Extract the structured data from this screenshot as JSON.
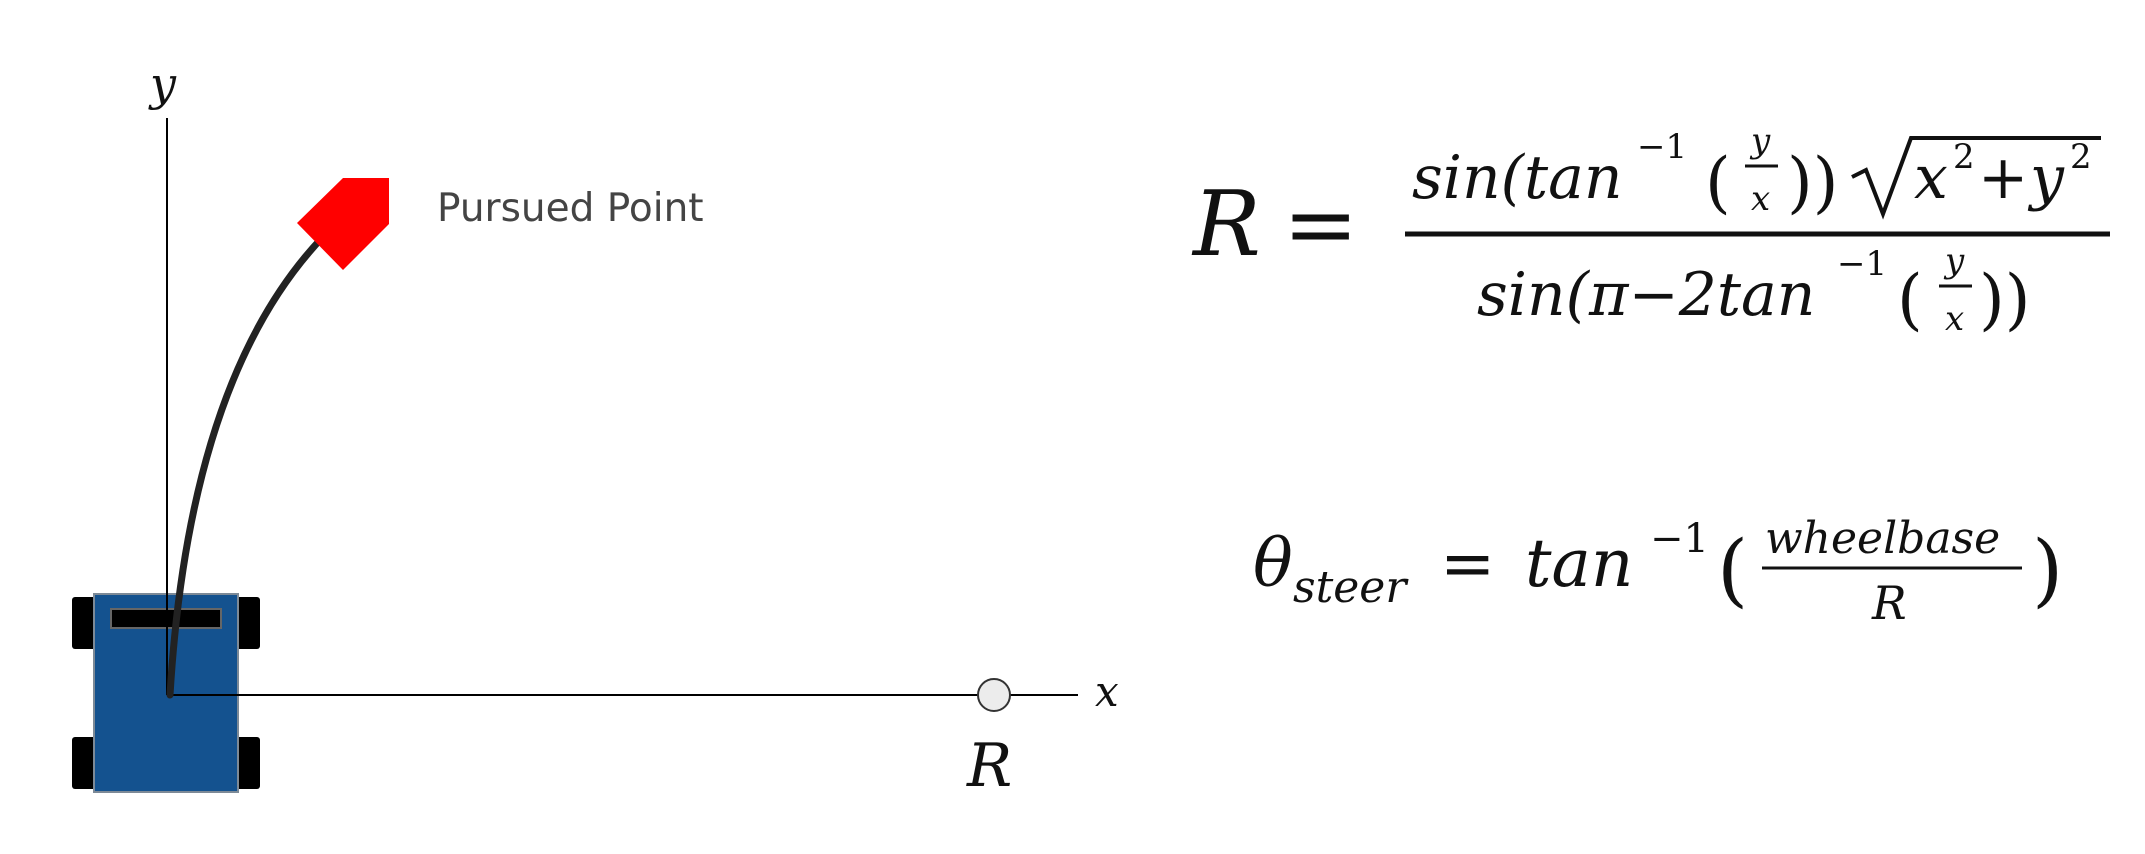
{
  "axes": {
    "x_label": "x",
    "y_label": "y"
  },
  "markers": {
    "r_label": "R"
  },
  "pursued_point": {
    "label": "Pursued Point",
    "arrow_color": "#ff0000"
  },
  "vehicle": {
    "body_color": "#14528f",
    "wheel_color": "#000000"
  },
  "path": {
    "color": "#222222"
  },
  "formula_radius": {
    "lhs": "R",
    "equals": "=",
    "num_sin": "sin(tan",
    "num_sup": "−1",
    "num_frac_open": "(",
    "frac_num": "y",
    "frac_den": "x",
    "num_frac_close": "))",
    "sqrt_x": "x",
    "sqrt_x_exp": "2",
    "sqrt_plus": "+",
    "sqrt_y": "y",
    "sqrt_y_exp": "2",
    "den_sin": "sin(π−2tan",
    "den_sup": "−1",
    "den_frac_open": "(",
    "den_frac_num": "y",
    "den_frac_den": "x",
    "den_frac_close": "))"
  },
  "formula_steer": {
    "theta": "θ",
    "sub": "steer",
    "equals": "=",
    "tan": "tan",
    "sup": "−1",
    "paren_open": "(",
    "frac_num": "wheelbase",
    "frac_den": "R",
    "paren_close": ")"
  }
}
